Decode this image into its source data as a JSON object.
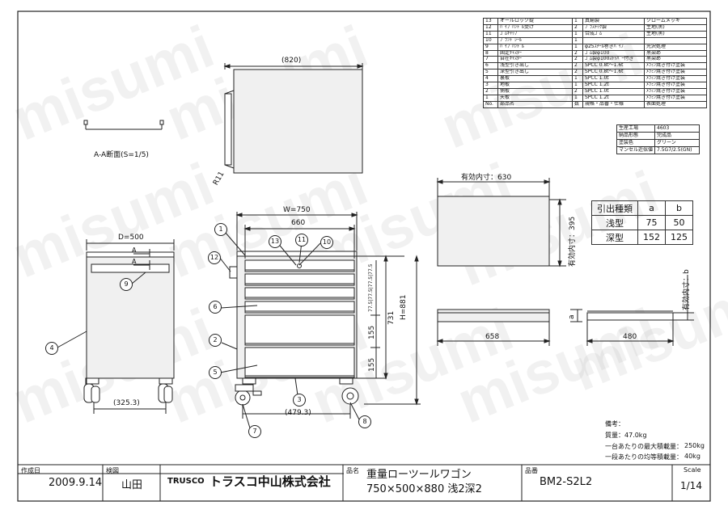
{
  "watermark": "misumi",
  "parts_table": {
    "rows": [
      {
        "no": "13",
        "name": "オールロック錠",
        "qty": "1",
        "material": "真鍮製",
        "finish": "クロームメッキ"
      },
      {
        "no": "12",
        "name": "ﾊﾟｲﾌﾟﾊﾝﾄﾞﾙ受け",
        "qty": "2",
        "material": "ﾌﾟﾗｽﾁｯｸ製",
        "finish": "生地(黒)"
      },
      {
        "no": "11",
        "name": "ｺﾞﾑｷｬｯﾌﾟ",
        "qty": "1",
        "material": "合成ｺﾞﾑ",
        "finish": "生地(黒)"
      },
      {
        "no": "10",
        "name": "ﾌﾞﾗﾝﾄﾞｼｰﾙ",
        "qty": "1",
        "material": "",
        "finish": ""
      },
      {
        "no": "9",
        "name": "ﾊﾟｲﾌﾟﾊﾝﾄﾞﾙ",
        "qty": "1",
        "material": "φ25ｽﾁｰﾙ巻きﾊﾟｲﾌﾟ",
        "finish": "光沢処理"
      },
      {
        "no": "8",
        "name": "固定ｷｬｽﾀｰ",
        "qty": "2",
        "material": "ｺﾞﾑ製φ100",
        "finish": "黒染め"
      },
      {
        "no": "7",
        "name": "自在ｷｬｽﾀｰ",
        "qty": "2",
        "material": "ｺﾞﾑ製φ100ｽﾄｯﾊﾟｰ付き",
        "finish": "黒染め"
      },
      {
        "no": "6",
        "name": "浅型引き出し",
        "qty": "2",
        "material": "SPCC 0.8t～1.6t",
        "finish": "ﾒﾗﾐﾝ焼き付け塗装"
      },
      {
        "no": "5",
        "name": "深型引き出し",
        "qty": "2",
        "material": "SPCC 0.8t～1.6t",
        "finish": "ﾒﾗﾐﾝ焼き付け塗装"
      },
      {
        "no": "4",
        "name": "裏板",
        "qty": "1",
        "material": "SPCC 1.0t",
        "finish": "ﾒﾗﾐﾝ焼き付け塗装"
      },
      {
        "no": "3",
        "name": "地板",
        "qty": "1",
        "material": "SPCC 1.2t",
        "finish": "ﾒﾗﾐﾝ焼き付け塗装"
      },
      {
        "no": "2",
        "name": "側板",
        "qty": "2",
        "material": "SPCC 1.0t",
        "finish": "ﾒﾗﾐﾝ焼き付け塗装"
      },
      {
        "no": "1",
        "name": "天板",
        "qty": "1",
        "material": "SPCC 1.2t",
        "finish": "ﾒﾗﾐﾝ焼き付け塗装"
      }
    ],
    "header": {
      "no": "No.",
      "name": "部品名",
      "qty": "数",
      "material": "規格・品番・仕様",
      "finish": "表面処理"
    }
  },
  "specs": [
    {
      "label": "生産工場",
      "value": "4603"
    },
    {
      "label": "納品形態",
      "value": "完成品"
    },
    {
      "label": "塗装色",
      "value": "グリーン"
    },
    {
      "label": "マンセル近似値",
      "value": "7.5G7/2.5(GN)"
    }
  ],
  "drawer_table": {
    "headers": [
      "引出種類",
      "a",
      "b"
    ],
    "rows": [
      [
        "浅型",
        "75",
        "50"
      ],
      [
        "深型",
        "152",
        "125"
      ]
    ]
  },
  "labels": {
    "section_title": "A-A断面(S=1/5)",
    "top_width": "(820)",
    "radius": "R11",
    "width_outer": "W=750",
    "width_inner": "660",
    "depth": "D=500",
    "section_a1": "A",
    "section_a2": "A",
    "caster_span_side": "(325.3)",
    "caster_span_front": "(479.3)",
    "height_total": "H=881",
    "height_body": "731",
    "drawer_h_small": "77.5|77.5|77.5|77.5",
    "drawer_h_mid": "155",
    "drawer_h_low": "155",
    "eff_width": "有効内寸：630",
    "eff_depth": "有効内寸：395",
    "eff_b": "有効内寸：b",
    "drawer_len": "658",
    "drawer_len2": "480",
    "dim_a": "a"
  },
  "balloons": [
    "1",
    "2",
    "3",
    "4",
    "5",
    "6",
    "7",
    "8",
    "9",
    "10",
    "11",
    "12",
    "13"
  ],
  "notes": {
    "title": "備考：",
    "lines": [
      {
        "label": "質量：47.0kg",
        "value": ""
      },
      {
        "label": "一台あたりの最大積載量：",
        "value": "250kg"
      },
      {
        "label": "一段あたりの均等積載量：",
        "value": "40kg"
      }
    ]
  },
  "title_block": {
    "created_label": "作成日",
    "created_value": "2009.9.14",
    "checked_label": "検図",
    "checked_value": "山田",
    "brand": "TRUSCO",
    "company": "トラスコ中山株式会社",
    "name_label": "品名",
    "name_value": "重量ローツールワゴン",
    "name_value2": "750×500×880 浅2深2",
    "number_label": "品番",
    "number_value": "BM2-S2L2",
    "scale_label": "Scale",
    "scale_value": "1/14"
  },
  "colors": {
    "line": "#222222",
    "fill": "#f2f2f2",
    "watermark": "#b4b4b4"
  }
}
